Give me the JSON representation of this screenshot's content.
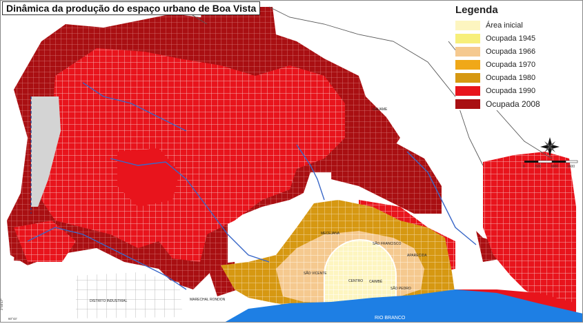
{
  "title": "Dinâmica da produção do espaço urbano de Boa Vista",
  "legend": {
    "title": "Legenda",
    "items": [
      {
        "label": "Área inicial",
        "color": "#fdf5c0"
      },
      {
        "label": "Ocupada 1945",
        "color": "#f7ef7a"
      },
      {
        "label": "Ocupada 1966",
        "color": "#f5c98f"
      },
      {
        "label": "Ocupada 1970",
        "color": "#f0a818"
      },
      {
        "label": "Ocupada 1980",
        "color": "#d69812"
      },
      {
        "label": "Ocupada 1990",
        "color": "#e8141c"
      },
      {
        "label": "Ocupada 2008",
        "color": "#a90f12"
      }
    ]
  },
  "labels": {
    "river": "RIO BRANCO",
    "centro": "CENTRO",
    "distrito": "DISTRITO INDUSTRIAL",
    "marechal": "MARECHAL RONDON",
    "sao_vicente": "SÃO VICENTE",
    "sao_pedro": "SÃO PEDRO",
    "sao_francisco": "SÃO FRANCISCO",
    "mecejana": "MECEJANA",
    "aparecida": "APARECIDA",
    "caimbe": "CAIMBÉ",
    "caucame": "CAUAME"
  },
  "scale": {
    "ticks": [
      "0",
      "500",
      "1000",
      "1600"
    ]
  },
  "coords": {
    "lat": "2°50'47\"",
    "lon": "60°43'"
  }
}
